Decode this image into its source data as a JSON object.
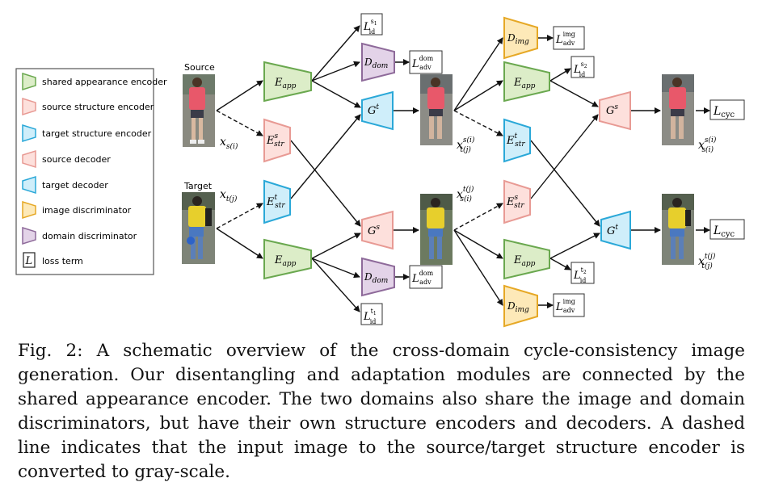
{
  "legend": {
    "items": [
      {
        "label": "shared appearance encoder",
        "color": "#dcedc8",
        "stroke": "#6aa84f",
        "shape": "trap-right"
      },
      {
        "label": "source structure encoder",
        "color": "#fde0dc",
        "stroke": "#e89a94",
        "shape": "trap-right"
      },
      {
        "label": "target structure encoder",
        "color": "#cfeefa",
        "stroke": "#2aa8d8",
        "shape": "trap-right"
      },
      {
        "label": "source decoder",
        "color": "#fde0dc",
        "stroke": "#e89a94",
        "shape": "trap-left"
      },
      {
        "label": "target decoder",
        "color": "#cfeefa",
        "stroke": "#2aa8d8",
        "shape": "trap-left"
      },
      {
        "label": "image discriminator",
        "color": "#fde9b8",
        "stroke": "#e6a825",
        "shape": "trap-right"
      },
      {
        "label": "domain discriminator",
        "color": "#e3d3e8",
        "stroke": "#8e6a9a",
        "shape": "trap-right"
      },
      {
        "label": "loss term",
        "color": "#ffffff",
        "stroke": "#222222",
        "shape": "box",
        "symbol": "L"
      }
    ]
  },
  "inputs": {
    "source_label": "Source",
    "target_label": "Target",
    "source_var": "x_{s(i)}",
    "target_var": "x_{t(j)}"
  },
  "modules": {
    "e_app": "E_app",
    "e_str_s": "E^s_str",
    "e_str_t": "E^t_str",
    "g_t": "G^t",
    "g_s": "G^s",
    "d_dom": "D_dom",
    "d_img": "D_img"
  },
  "losses": {
    "id_s1": "L^{s1}_{id}",
    "id_t1": "L^{t1}_{id}",
    "id_s2": "L^{s2}_{id}",
    "id_t2": "L^{t2}_{id}",
    "adv_dom": "L^{dom}_{adv}",
    "adv_img": "L^{img}_{adv}",
    "cyc": "L_{cyc}"
  },
  "generated": {
    "top_var": "x^{s(i)}_{t(j)}",
    "bottom_var": "x^{t(j)}_{s(i)}",
    "recon_top_var": "x^{s(i)}_{s(i)}",
    "recon_bottom_var": "x^{t(j)}_{t(j)}"
  },
  "colors": {
    "green_fill": "#dcedc8",
    "green_stroke": "#6aa84f",
    "pink_fill": "#fde0dc",
    "pink_stroke": "#e89a94",
    "blue_fill": "#cfeefa",
    "blue_stroke": "#2aa8d8",
    "yellow_fill": "#fde9b8",
    "yellow_stroke": "#e6a825",
    "purple_fill": "#e3d3e8",
    "purple_stroke": "#8e6a9a"
  },
  "caption": "Fig. 2: A schematic overview of the cross-domain cycle-consistency image generation. Our disentangling and adaptation modules are connected by the shared appearance encoder. The two domains also share the image and domain discriminators, but have their own structure encoders and decoders. A dashed line indicates that the input image to the source/target structure encoder is converted to gray-scale."
}
